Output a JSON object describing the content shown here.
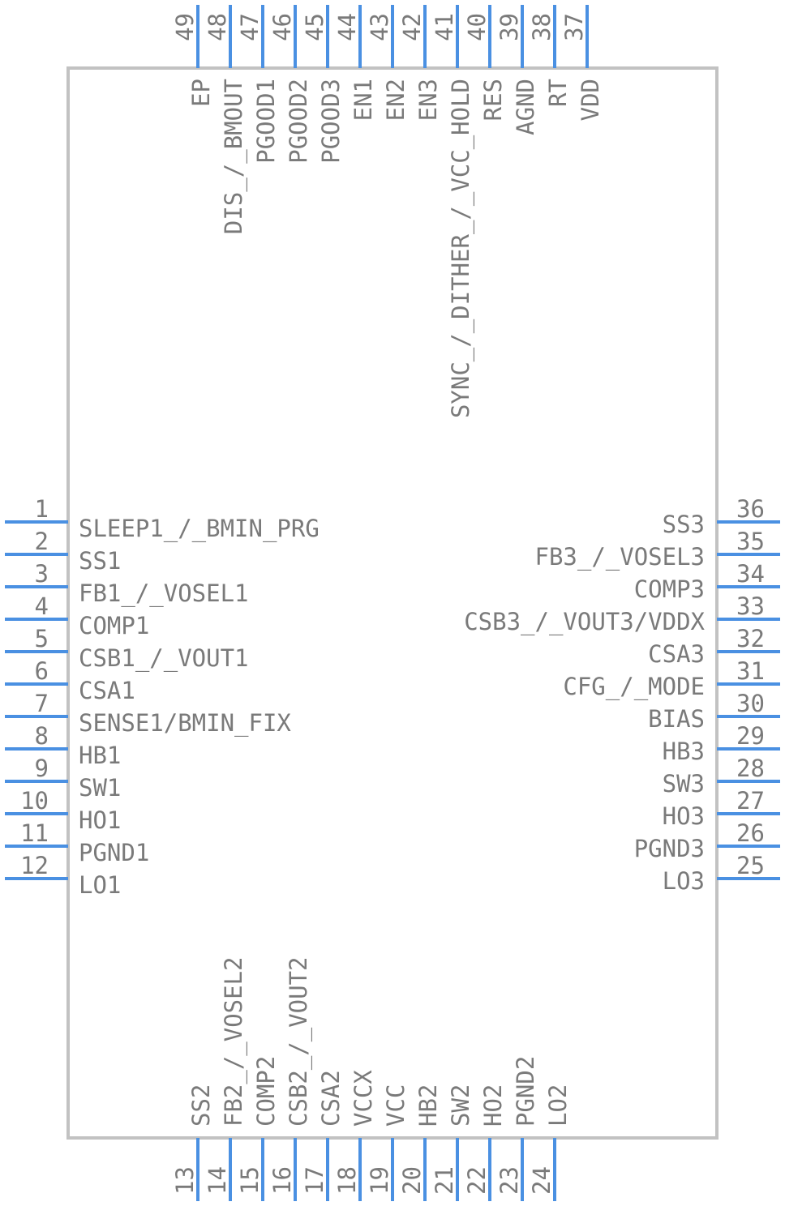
{
  "colors": {
    "pin": "#4a90e2",
    "body": "#c2c2c2",
    "text": "#7a7a7a"
  },
  "pins": {
    "left": [
      {
        "num": "1",
        "name": "SLEEP1_/_BMIN_PRG"
      },
      {
        "num": "2",
        "name": "SS1"
      },
      {
        "num": "3",
        "name": "FB1_/_VOSEL1"
      },
      {
        "num": "4",
        "name": "COMP1"
      },
      {
        "num": "5",
        "name": "CSB1_/_VOUT1"
      },
      {
        "num": "6",
        "name": "CSA1"
      },
      {
        "num": "7",
        "name": "SENSE1/BMIN_FIX"
      },
      {
        "num": "8",
        "name": "HB1"
      },
      {
        "num": "9",
        "name": "SW1"
      },
      {
        "num": "10",
        "name": "HO1"
      },
      {
        "num": "11",
        "name": "PGND1"
      },
      {
        "num": "12",
        "name": "LO1"
      }
    ],
    "right": [
      {
        "num": "36",
        "name": "SS3"
      },
      {
        "num": "35",
        "name": "FB3_/_VOSEL3"
      },
      {
        "num": "34",
        "name": "COMP3"
      },
      {
        "num": "33",
        "name": "CSB3_/_VOUT3/VDDX"
      },
      {
        "num": "32",
        "name": "CSA3"
      },
      {
        "num": "31",
        "name": "CFG_/_MODE"
      },
      {
        "num": "30",
        "name": "BIAS"
      },
      {
        "num": "29",
        "name": "HB3"
      },
      {
        "num": "28",
        "name": "SW3"
      },
      {
        "num": "27",
        "name": "HO3"
      },
      {
        "num": "26",
        "name": "PGND3"
      },
      {
        "num": "25",
        "name": "LO3"
      }
    ],
    "bottom": [
      {
        "num": "13",
        "name": "SS2"
      },
      {
        "num": "14",
        "name": "FB2_/_VOSEL2"
      },
      {
        "num": "15",
        "name": "COMP2"
      },
      {
        "num": "16",
        "name": "CSB2_/_VOUT2"
      },
      {
        "num": "17",
        "name": "CSA2"
      },
      {
        "num": "18",
        "name": "VCCX"
      },
      {
        "num": "19",
        "name": "VCC"
      },
      {
        "num": "20",
        "name": "HB2"
      },
      {
        "num": "21",
        "name": "SW2"
      },
      {
        "num": "22",
        "name": "HO2"
      },
      {
        "num": "23",
        "name": "PGND2"
      },
      {
        "num": "24",
        "name": "LO2"
      }
    ],
    "top": [
      {
        "num": "49",
        "name": "EP"
      },
      {
        "num": "48",
        "name": "DIS_/_BMOUT"
      },
      {
        "num": "47",
        "name": "PGOOD1"
      },
      {
        "num": "46",
        "name": "PGOOD2"
      },
      {
        "num": "45",
        "name": "PGOOD3"
      },
      {
        "num": "44",
        "name": "EN1"
      },
      {
        "num": "43",
        "name": "EN2"
      },
      {
        "num": "42",
        "name": "EN3"
      },
      {
        "num": "41",
        "name": "SYNC_/_DITHER_/_VCC_HOLD"
      },
      {
        "num": "40",
        "name": "RES"
      },
      {
        "num": "39",
        "name": "AGND"
      },
      {
        "num": "38",
        "name": "RT"
      },
      {
        "num": "37",
        "name": "VDD"
      }
    ]
  }
}
